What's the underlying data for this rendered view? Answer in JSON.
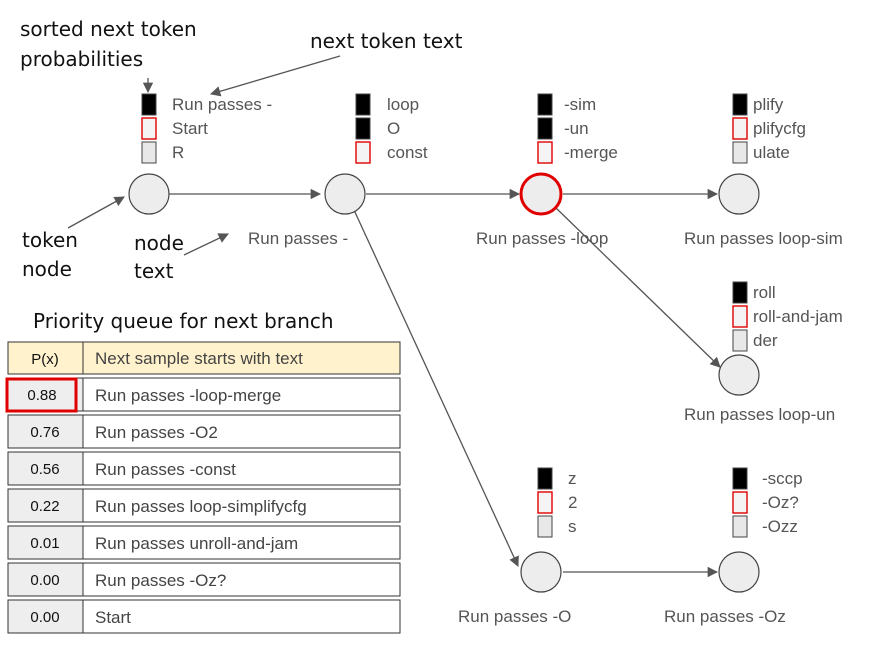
{
  "annotations": {
    "sorted_probs": [
      "sorted next token",
      "probabilities"
    ],
    "next_token_text": "next token text",
    "token_node": [
      "token",
      "node"
    ],
    "node_text": [
      "node",
      "text"
    ]
  },
  "nodes": [
    {
      "id": "n1",
      "label": "",
      "tokens": [
        "Run passes -",
        "Start",
        "R"
      ],
      "highlight": false
    },
    {
      "id": "n2",
      "label": "Run passes -",
      "tokens": [
        "loop",
        "O",
        "const"
      ],
      "highlight": false
    },
    {
      "id": "n3",
      "label": "Run passes -loop",
      "tokens": [
        "-sim",
        "-un",
        "-merge"
      ],
      "highlight": true
    },
    {
      "id": "n4",
      "label": "Run passes loop-sim",
      "tokens": [
        "plify",
        "plifycfg",
        "ulate"
      ],
      "highlight": false
    },
    {
      "id": "n5",
      "label": "Run passes loop-un",
      "tokens": [
        "roll",
        "roll-and-jam",
        "der"
      ],
      "highlight": false
    },
    {
      "id": "n6",
      "label": "Run passes -O",
      "tokens": [
        "z",
        "2",
        "s"
      ],
      "highlight": false
    },
    {
      "id": "n7",
      "label": "Run passes -Oz",
      "tokens": [
        "-sccp",
        "-Oz?",
        "-Ozz"
      ],
      "highlight": false
    }
  ],
  "priority_queue": {
    "title": "Priority queue for next branch",
    "header": {
      "p": "P(x)",
      "text": "Next sample starts with text"
    },
    "rows": [
      {
        "p": "0.88",
        "text": "Run passes -loop-merge",
        "highlight": true
      },
      {
        "p": "0.76",
        "text": "Run passes -O2",
        "highlight": false
      },
      {
        "p": "0.56",
        "text": "Run passes -const",
        "highlight": false
      },
      {
        "p": "0.22",
        "text": "Run passes loop-simplifycfg",
        "highlight": false
      },
      {
        "p": "0.01",
        "text": "Run passes unroll-and-jam",
        "highlight": false
      },
      {
        "p": "0.00",
        "text": "Run passes -Oz?",
        "highlight": false
      },
      {
        "p": "0.00",
        "text": "Start",
        "highlight": false
      }
    ]
  },
  "colors": {
    "highlight": "#e00000",
    "header_fill": "#fff2cc",
    "cell_fill": "#eeeeee",
    "node_fill": "#ededed"
  }
}
